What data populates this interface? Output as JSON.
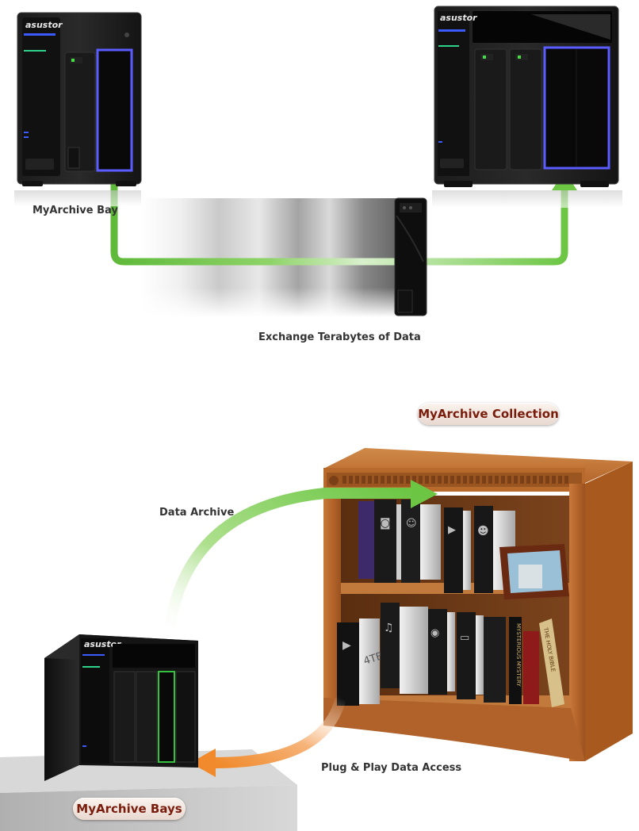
{
  "labels": {
    "myarchive_bay": "MyArchive Bay",
    "exchange": "Exchange Terabytes of Data",
    "data_archive": "Data Archive",
    "plug_play": "Plug & Play Data Access"
  },
  "pills": {
    "collection": "MyArchive Collection",
    "bays": "MyArchive Bays"
  },
  "devices": {
    "brand": "asustor",
    "drive_capacity": "4TB"
  },
  "book_spines": {
    "dark_book": "MYSTERIOUS MYSTERY",
    "light_book": "THE HOLY BIBLE"
  },
  "colors": {
    "green_arrow": "#6cc644",
    "orange_arrow": "#f08a2c",
    "bay_highlight_blue": "#5a5cff",
    "bay_highlight_green": "#35c040",
    "pill_text": "#7a1c0c",
    "wood": "#b5652a"
  },
  "icons": [
    "camera-icon",
    "person-icon",
    "film-icon",
    "face-icon",
    "play-icon",
    "music-icon",
    "folder-icon",
    "disc-icon",
    "photo-frame-icon"
  ]
}
